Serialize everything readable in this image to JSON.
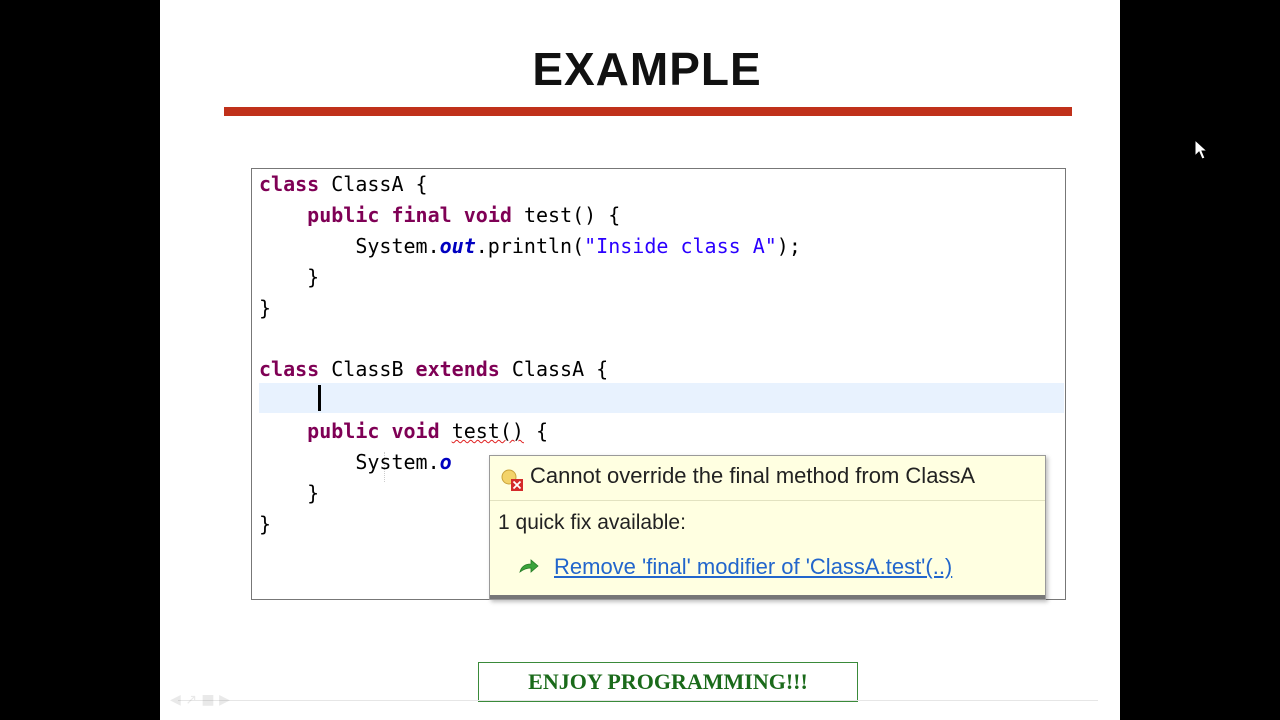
{
  "slide": {
    "title": "EXAMPLE",
    "footer_label": "ENJOY PROGRAMMING!!!"
  },
  "code": {
    "l1": {
      "kw1": "class",
      "rest": " ClassA {"
    },
    "l2": {
      "indent": "    ",
      "kw1": "public",
      "kw2": "final",
      "kw3": "void",
      "rest": " test() {"
    },
    "l3": {
      "indent": "        ",
      "pre": "System.",
      "fld": "out",
      "mid": ".println(",
      "str": "\"Inside class A\"",
      "end": ");"
    },
    "l4": {
      "text": "    }"
    },
    "l5": {
      "text": "}"
    },
    "l6": {
      "kw1": "class",
      "mid": " ClassB ",
      "kw2": "extends",
      "rest": " ClassA {"
    },
    "l8": {
      "indent": "    ",
      "kw1": "public",
      "kw2": "void",
      "sp": " ",
      "err": "test()",
      "rest": " {"
    },
    "l9": {
      "indent": "        ",
      "pre": "System.",
      "fld": "o"
    },
    "l10": {
      "text": "    }"
    },
    "l11": {
      "text": "}"
    }
  },
  "tooltip": {
    "message": "Cannot override the final method from ClassA",
    "fix_count": "1 quick fix available:",
    "fix_link": "Remove 'final' modifier of 'ClassA.test'(..)"
  },
  "icons": {
    "error": "error-icon",
    "quickfix": "quick-fix-icon",
    "cursor": "mouse-pointer-icon"
  },
  "colors": {
    "accent_bar": "#c0311a",
    "keyword": "#7f0055",
    "static_field": "#0000c0",
    "string": "#2a00ff",
    "footer_text": "#1a6a1a"
  }
}
